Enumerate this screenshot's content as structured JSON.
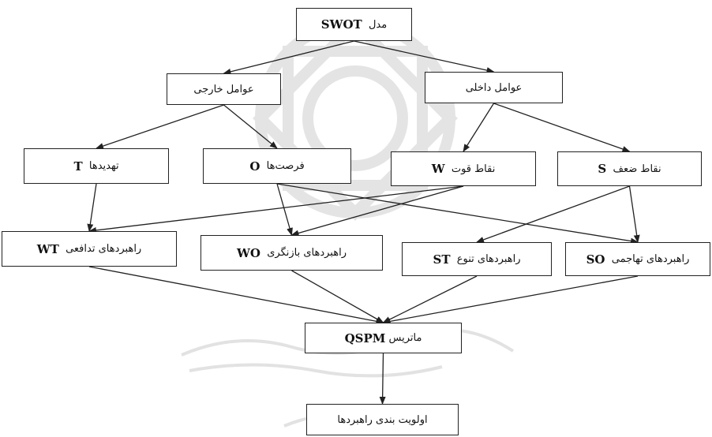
{
  "nodes": {
    "swot": {
      "label": "مدل",
      "code": "SWOT"
    },
    "external": {
      "label": "عوامل خارجی"
    },
    "internal": {
      "label": "عوامل داخلی"
    },
    "threats": {
      "label": "تهدیدها",
      "code": "T"
    },
    "opportunities": {
      "label": "فرصت‌ها",
      "code": "O"
    },
    "strengths": {
      "label": "نقاط قوت",
      "code": "W"
    },
    "weaknesses": {
      "label": "نقاط ضعف",
      "code": "S"
    },
    "wt": {
      "label": "راهبردهای تدافعی",
      "code": "WT"
    },
    "wo": {
      "label": "راهبردهای بازنگری",
      "code": "WO"
    },
    "st": {
      "label": "راهبردهای تنوع",
      "code": "ST"
    },
    "so": {
      "label": "راهبردهای تهاجمی",
      "code": "SO"
    },
    "qspm": {
      "label": "ماتریس",
      "code": "QSPM"
    },
    "priority": {
      "label": "اولویت بندی راهبردها"
    }
  },
  "edges": [
    [
      "swot",
      "external"
    ],
    [
      "swot",
      "internal"
    ],
    [
      "external",
      "threats"
    ],
    [
      "external",
      "opportunities"
    ],
    [
      "internal",
      "strengths"
    ],
    [
      "internal",
      "weaknesses"
    ],
    [
      "threats",
      "wt"
    ],
    [
      "strengths",
      "wt"
    ],
    [
      "strengths",
      "wo"
    ],
    [
      "opportunities",
      "wo"
    ],
    [
      "opportunities",
      "so"
    ],
    [
      "weaknesses",
      "st"
    ],
    [
      "weaknesses",
      "so"
    ],
    [
      "wt",
      "qspm"
    ],
    [
      "wo",
      "qspm"
    ],
    [
      "st",
      "qspm"
    ],
    [
      "so",
      "qspm"
    ],
    [
      "qspm",
      "priority"
    ]
  ],
  "colors": {
    "line": "#222222",
    "watermark": "#cfcfcf"
  }
}
